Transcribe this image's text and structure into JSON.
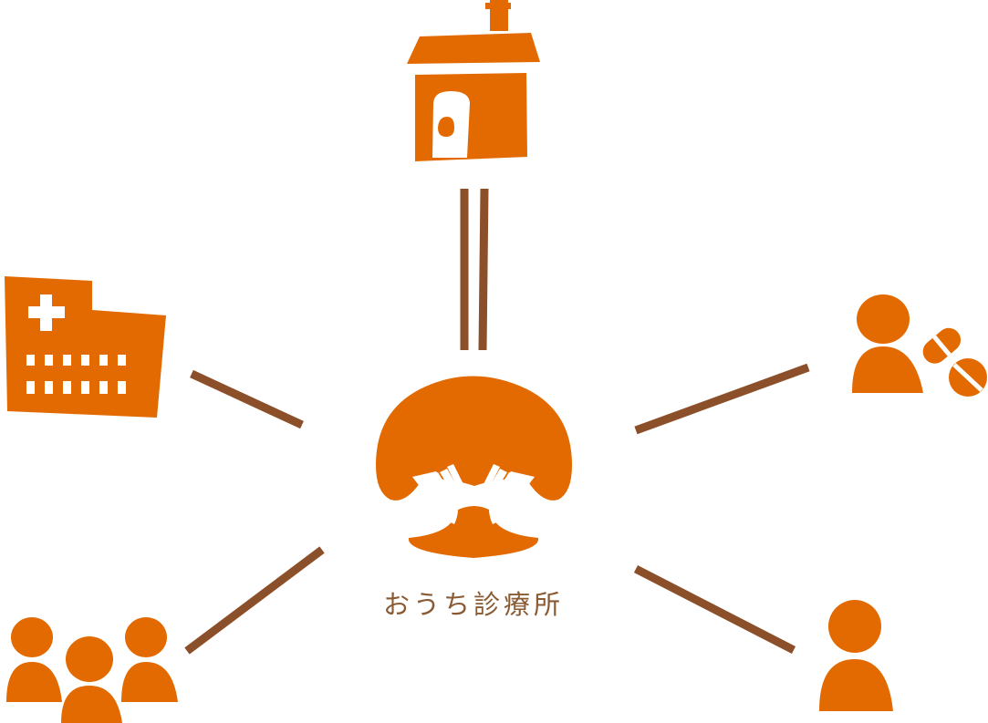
{
  "center": {
    "label": "おうち診療所",
    "icon": "tree-with-hands-icon"
  },
  "nodes": [
    {
      "id": "home",
      "icon": "house-icon"
    },
    {
      "id": "hospital",
      "icon": "hospital-icon"
    },
    {
      "id": "pharmacy",
      "icon": "person-with-pills-icon"
    },
    {
      "id": "family",
      "icon": "family-group-icon"
    },
    {
      "id": "patient",
      "icon": "person-icon"
    }
  ],
  "colors": {
    "icon": "#e36a00",
    "connector": "#8b4f2a",
    "label": "#8a5a33",
    "background": "#ffffff"
  }
}
